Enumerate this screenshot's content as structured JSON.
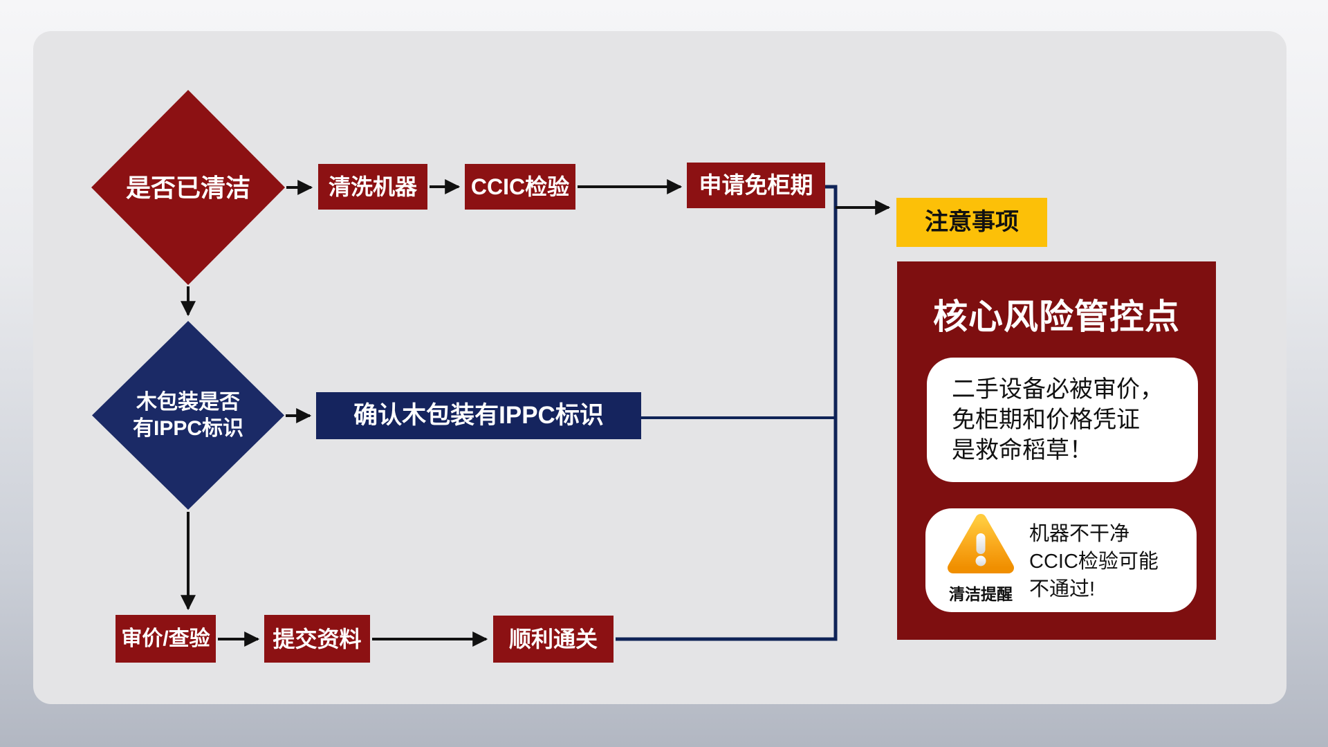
{
  "colors": {
    "dark_red": "#8C1113",
    "panel_red": "#7E0F10",
    "navy": "#1B2A66",
    "navy_box": "#15245E",
    "navy_line": "#0F2357",
    "yellow": "#FCC008",
    "canvas": "#E4E4E6",
    "ink": "#111111"
  },
  "flowchart": {
    "decision_cleaned": "是否已清洁",
    "step_wash": "清洗机器",
    "step_ccic": "CCIC检验",
    "step_free_period": "申请免柜期",
    "decision_ippc_line1": "木包装是否",
    "decision_ippc_line2": "有IPPC标识",
    "step_confirm_ippc": "确认木包装有IPPC标识",
    "step_price_review": "审价/查验",
    "step_submit_docs": "提交资料",
    "step_clearance": "顺利通关",
    "note_label": "注意事项"
  },
  "risk_panel": {
    "title": "核心风险管控点",
    "card_price": {
      "line1": "二手设备必被审价，",
      "line2": "免柜期和价格凭证",
      "line3": "是救命稻草！"
    },
    "card_clean": {
      "icon_label": "清洁提醒",
      "line1": "机器不干净",
      "line2": "CCIC检验可能",
      "line3": "不通过!"
    }
  }
}
